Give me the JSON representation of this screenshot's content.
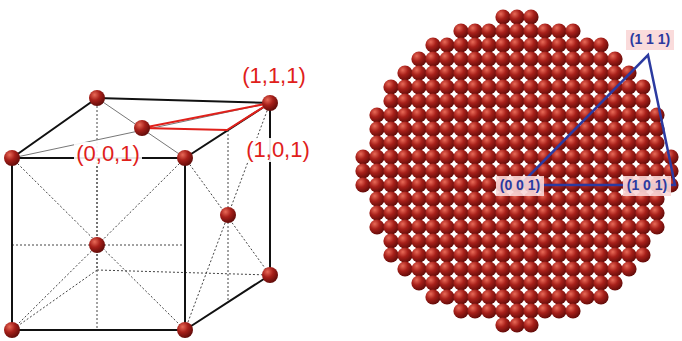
{
  "diagram": {
    "labels": [
      "(1,1,1)",
      "(0,0,1)",
      "(1,0,1)",
      "(1 1 1)",
      "(0 0 1)",
      "(1 0 1)"
    ]
  }
}
